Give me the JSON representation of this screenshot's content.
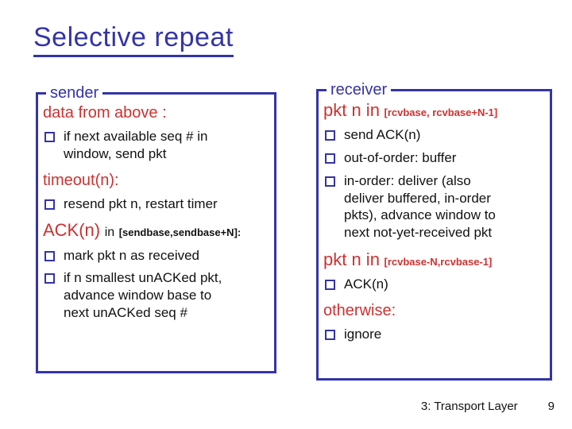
{
  "title": "Selective repeat",
  "colors": {
    "navy": "#3434a6",
    "red": "#cc3232",
    "text": "#111111",
    "background": "#ffffff"
  },
  "sender": {
    "legend": "sender",
    "heading_data": "data from above :",
    "bullet_data": "if next available seq # in\nwindow, send pkt",
    "heading_timeout": "timeout(n):",
    "bullet_timeout": "resend pkt n, restart timer",
    "heading_ack_big": "ACK(n)",
    "heading_ack_mid": "in",
    "heading_ack_range": "[sendbase,sendbase+N]:",
    "bullet_mark": "mark pkt n as received",
    "bullet_advance": "if n smallest unACKed pkt,\nadvance window base to\nnext unACKed seq #"
  },
  "receiver": {
    "legend": "receiver",
    "heading_pkt1_big": "pkt n in",
    "heading_pkt1_range": "[rcvbase, rcvbase+N-1]",
    "bullet_send_ack": "send ACK(n)",
    "bullet_out_of_order": "out-of-order: buffer",
    "bullet_in_order": "in-order: deliver (also\ndeliver buffered, in-order\npkts), advance window to\nnext not-yet-received pkt",
    "heading_pkt2_big": "pkt n in",
    "heading_pkt2_range": "[rcvbase-N,rcvbase-1]",
    "bullet_ack": "ACK(n)",
    "heading_otherwise": "otherwise:",
    "bullet_ignore": "ignore"
  },
  "footer": {
    "label": "3: Transport Layer",
    "page": "9"
  }
}
